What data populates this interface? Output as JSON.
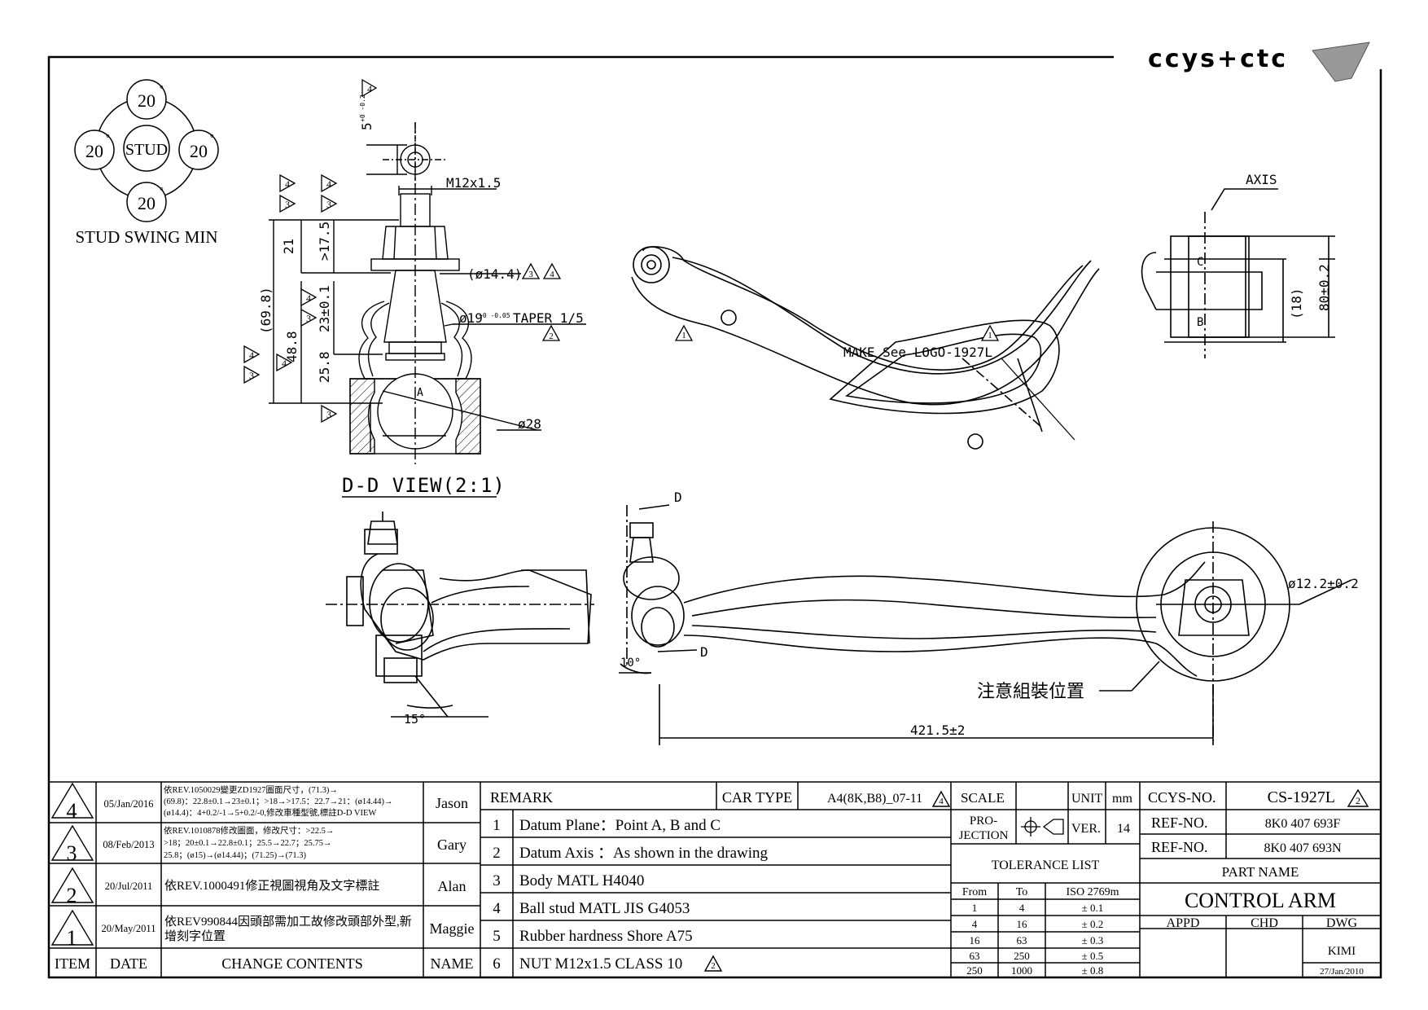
{
  "logo": {
    "text": "ccys+ctc"
  },
  "stud_swing": {
    "top": "20",
    "left": "20",
    "right": "20",
    "bottom": "20",
    "center": "STUD",
    "caption": "STUD SWING MIN",
    "degree": "°"
  },
  "dd_view": {
    "title": "D-D VIEW(2:1)",
    "dim_top": "5",
    "dim_top_tol": "+0 -0.2",
    "thread": "M12x1.5",
    "dim_21": "21",
    "dim_17_5": ">17.5",
    "dia_14_4": "(ø14.4)",
    "dim_69_8": "(69.8)",
    "dim_48_8": "48.8",
    "dim_23": "23±0.1",
    "dim_25_8": "25.8",
    "taper": "ø19",
    "taper_tol": "+0 -0.05",
    "taper_text": "TAPER 1/5",
    "dia_28": "ø28",
    "point_a": "A",
    "rev_3": "3",
    "rev_4": "4",
    "rev_2": "2",
    "rev_1": "1"
  },
  "top_view": {
    "axis": "AXIS",
    "logo_note": "MAKE See LOGO-1927L",
    "point_c": "C",
    "point_b": "B",
    "dim_18": "(18)",
    "dim_80": "80±0.2"
  },
  "front_view": {
    "section_d": "D",
    "angle_10": "10°",
    "angle_15": "15°",
    "dia_12_2": "ø12.2±0.2",
    "assembly_note": "注意組裝位置",
    "length": "421.5±2"
  },
  "revisions": [
    {
      "item": "4",
      "date": "05/Jan/2016",
      "lines": [
        "依REV.1050029變更ZD1927圖面尺寸，(71.3)→",
        "(69.8)：22.8±0.1→23±0.1；>18→>17.5：22.7→21：(ø14.44)→",
        "(ø14.4)：4+0.2/-1→5+0.2/-0,修改車種型號,標註D-D VIEW"
      ],
      "name": "Jason"
    },
    {
      "item": "3",
      "date": "08/Feb/2013",
      "lines": [
        "依REV.1010878修改圖面，修改尺寸：>22.5→",
        ">18；20±0.1→22.8±0.1；25.5→22.7；25.75→",
        "25.8；(ø15)→(ø14.44)；(71.25)→(71.3)"
      ],
      "name": "Gary"
    },
    {
      "item": "2",
      "date": "20/Jul/2011",
      "lines": [
        "依REV.1000491修正視圖視角及文字標註"
      ],
      "name": "Alan"
    },
    {
      "item": "1",
      "date": "20/May/2011",
      "lines": [
        "依REV990844因頭部需加工故修改頭部外型,新",
        "增刻字位置"
      ],
      "name": "Maggie"
    }
  ],
  "rev_header": {
    "item": "ITEM",
    "date": "DATE",
    "contents": "CHANGE CONTENTS",
    "name": "NAME"
  },
  "remarks": {
    "label": "REMARK",
    "car_type_label": "CAR TYPE",
    "car_type": "A4(8K,B8)_07-11",
    "car_rev": "4",
    "items": [
      {
        "n": "1",
        "text": "Datum Plane：Point A, B and C"
      },
      {
        "n": "2",
        "text": "Datum Axis ：As shown in the drawing"
      },
      {
        "n": "3",
        "text": "Body MATL H4040"
      },
      {
        "n": "4",
        "text": "Ball stud MATL JIS G4053"
      },
      {
        "n": "5",
        "text": "Rubber hardness Shore A75"
      },
      {
        "n": "6",
        "text": "NUT M12x1.5 CLASS 10",
        "rev": "2"
      }
    ]
  },
  "title_block": {
    "scale_label": "SCALE",
    "unit_label": "UNIT",
    "unit": "mm",
    "projection_label_1": "PRO-",
    "projection_label_2": "JECTION",
    "ver_label": "VER.",
    "ver": "14",
    "tolerance_title": "TOLERANCE LIST",
    "tol_headers": [
      "From",
      "To",
      "ISO 2769m"
    ],
    "tolerances": [
      [
        "1",
        "4",
        "± 0.1"
      ],
      [
        "4",
        "16",
        "± 0.2"
      ],
      [
        "16",
        "63",
        "± 0.3"
      ],
      [
        "63",
        "250",
        "± 0.5"
      ],
      [
        "250",
        "1000",
        "± 0.8"
      ]
    ],
    "ccys_no_label": "CCYS-NO.",
    "ccys_no": "CS-1927L",
    "ccys_rev": "2",
    "ref_no_label": "REF-NO.",
    "ref_no_1": "8K0 407 693F",
    "ref_no_2": "8K0 407 693N",
    "part_name_label": "PART NAME",
    "part_name": "CONTROL ARM",
    "appd": "APPD",
    "chd": "CHD",
    "dwg": "DWG",
    "drawer": "KIMI",
    "drawn_date": "27/Jan/2010"
  }
}
